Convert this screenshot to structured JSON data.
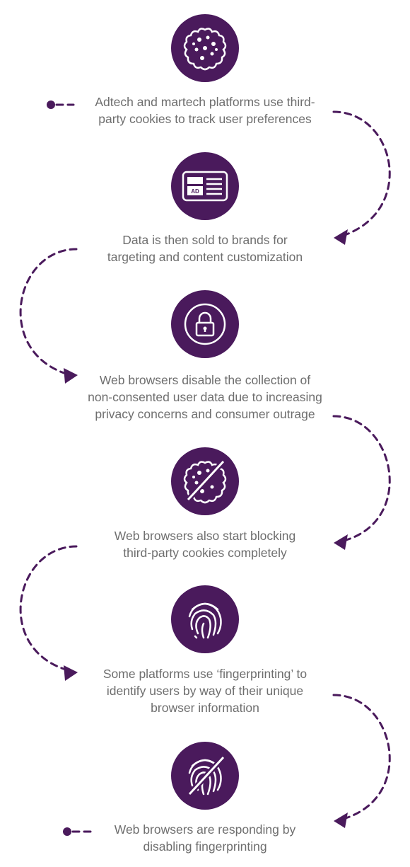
{
  "colors": {
    "accent": "#4a1a5c",
    "text": "#6e6e6e"
  },
  "steps": [
    {
      "icon": "cookie-icon",
      "lines": [
        "Adtech and martech platforms use third-",
        "party cookies to track user preferences"
      ]
    },
    {
      "icon": "ad-card-icon",
      "lines": [
        "Data is then sold to brands for",
        "targeting and content customization"
      ]
    },
    {
      "icon": "lock-icon",
      "lines": [
        "Web browsers disable the collection of",
        "non-consented user data due to increasing",
        "privacy concerns and consumer outrage"
      ]
    },
    {
      "icon": "blocked-cookie-icon",
      "lines": [
        "Web browsers also start blocking",
        "third-party cookies completely"
      ]
    },
    {
      "icon": "fingerprint-icon",
      "lines": [
        "Some platforms use ‘fingerprinting’ to",
        "identify users by way of their unique",
        "browser information"
      ]
    },
    {
      "icon": "blocked-fingerprint-icon",
      "lines": [
        "Web browsers are responding by",
        "disabling fingerprinting"
      ]
    }
  ]
}
